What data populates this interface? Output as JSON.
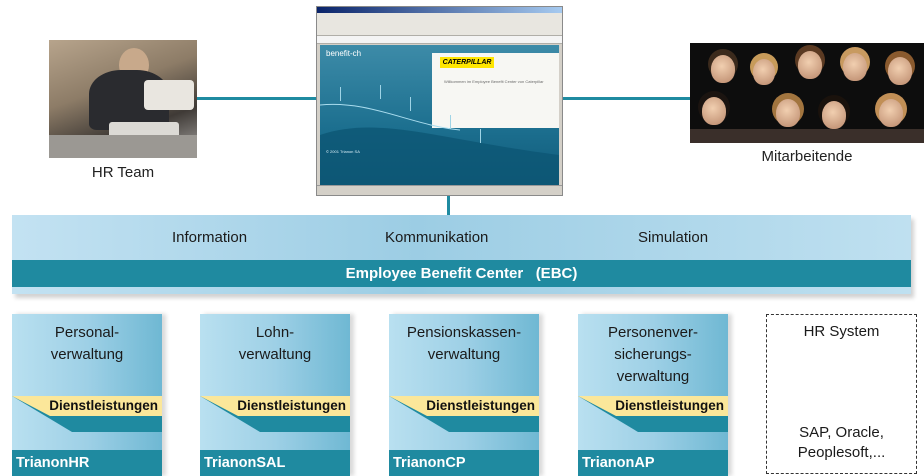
{
  "nodes": {
    "hr_team": {
      "caption": "HR Team"
    },
    "employees": {
      "caption": "Mitarbeitende"
    }
  },
  "portal_screenshot": {
    "brand": "benefit-ch",
    "logo_text": "CATERPILLAR",
    "welcome_text": "Willkommen im Employee Benefit Center von Caterpillar",
    "copyright": "© 2001 Trianon SA"
  },
  "ebc": {
    "labels": [
      "Information",
      "Kommunikation",
      "Simulation"
    ],
    "bar_label": "Employee Benefit Center   (EBC)"
  },
  "modules": [
    {
      "title": "Personal-\nverwaltung",
      "service": "Dienstleistungen",
      "product": "TrianonHR"
    },
    {
      "title": "Lohn-\nverwaltung",
      "service": "Dienstleistungen",
      "product": "TrianonSAL"
    },
    {
      "title": "Pensionskassen-\nverwaltung",
      "service": "Dienstleistungen",
      "product": "TrianonCP"
    },
    {
      "title": "Personenver-\nsicherungs-\nverwaltung",
      "service": "Dienstleistungen",
      "product": "TrianonAP"
    }
  ],
  "hr_system": {
    "title": "HR System",
    "vendors": "SAP, Oracle,\nPeoplesoft,..."
  },
  "colors": {
    "teal": "#1f8aa0",
    "light_blue": "#b9e0f0",
    "service_yellow": "#fbe79a"
  }
}
